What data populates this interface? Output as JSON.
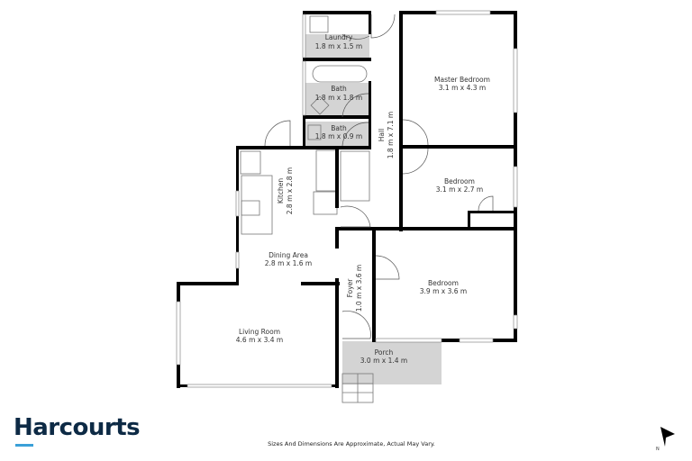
{
  "rooms": {
    "laundry": {
      "name": "Laundry",
      "size": "1.8 m x 1.5 m"
    },
    "bath1": {
      "name": "Bath",
      "size": "1.8 m x 1.8 m"
    },
    "bath2": {
      "name": "Bath",
      "size": "1.8 m x 0.9 m"
    },
    "hall": {
      "name": "Hall",
      "size": "1.8 m x 7.1 m"
    },
    "master_bedroom": {
      "name": "Master Bedroom",
      "size": "3.1 m x 4.3 m"
    },
    "bedroom2": {
      "name": "Bedroom",
      "size": "3.1 m x 2.7 m"
    },
    "kitchen": {
      "name": "Kitchen",
      "size": "2.8 m x 2.8 m"
    },
    "dining": {
      "name": "Dining Area",
      "size": "2.8 m x 1.6 m"
    },
    "foyer": {
      "name": "Foyer",
      "size": "1.0 m x 3.6 m"
    },
    "bedroom3": {
      "name": "Bedroom",
      "size": "3.9 m x 3.6 m"
    },
    "living": {
      "name": "Living Room",
      "size": "4.6 m x 3.4 m"
    },
    "porch": {
      "name": "Porch",
      "size": "3.0 m x 1.4 m"
    }
  },
  "colors": {
    "wet_area_fill": "#d4d4d4",
    "wall": "#000000",
    "brand_navy": "#0d2a45",
    "brand_blue": "#3ba0d8"
  },
  "footer": {
    "logo": "Harcourts",
    "disclaimer": "Sizes And Dimensions Are Approximate, Actual May Vary.",
    "north_label": "N"
  }
}
